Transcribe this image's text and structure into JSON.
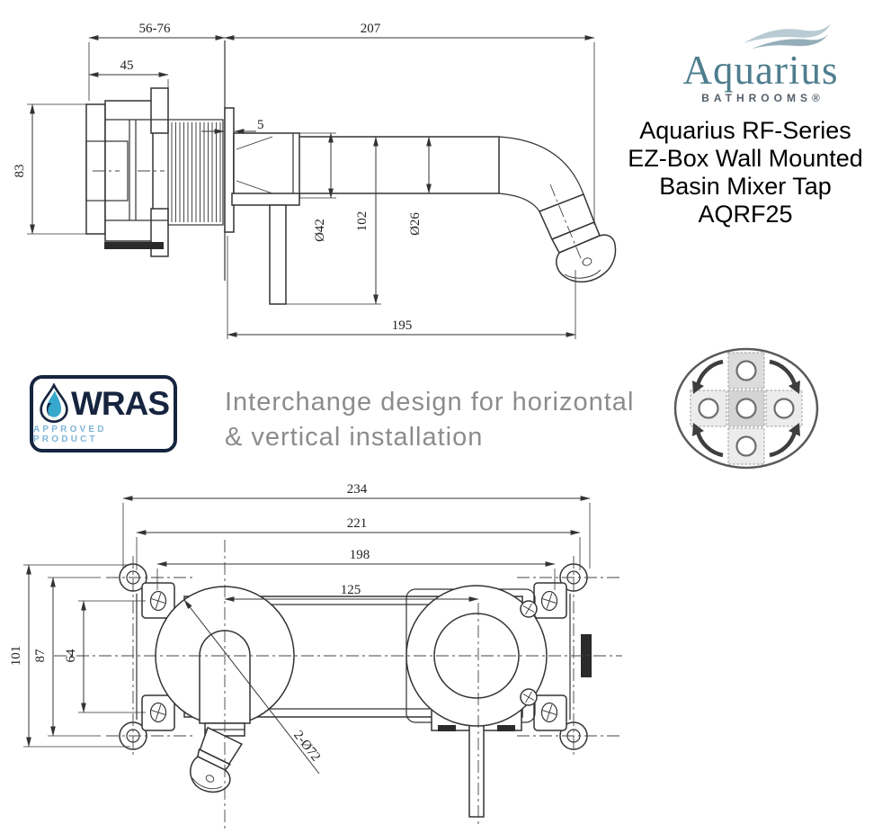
{
  "brand": {
    "name": "Aquarius",
    "tagline": "BATHROOMS®",
    "wordmark_color": "#4e7d8e",
    "tagline_color": "#55606b",
    "wave_color_light": "#b9ccd3",
    "wave_color_dark": "#93aeb9"
  },
  "product": {
    "title_lines": [
      "Aquarius RF-Series",
      "EZ-Box Wall Mounted",
      "Basin Mixer Tap",
      "AQRF25"
    ]
  },
  "certification": {
    "name": "WRAS",
    "subtitle": "APPROVED PRODUCT",
    "border_color": "#16243f",
    "name_color": "#16243f",
    "subtitle_color": "#7fb5d8",
    "drop_water_color": "#35a8cc",
    "drop_leaf_color": "#4f9b45"
  },
  "feature_note": {
    "line1": "Interchange design for horizontal",
    "line2": "& vertical installation",
    "text_color": "#8c8c8c"
  },
  "drawings": {
    "line_color": "#333333",
    "side_view": {
      "dims": {
        "wall_depth_range": "56-76",
        "spout_total_length": "207",
        "box_width": "45",
        "flange_thickness": "5",
        "box_height": "83",
        "trim_diameter": "Ø42",
        "drop_height": "102",
        "spout_diameter": "Ø26",
        "spout_reach": "195"
      }
    },
    "front_view": {
      "dims": {
        "overall_width": "234",
        "bracket_width": "221",
        "plate_width": "198",
        "hole_centres": "125",
        "overall_height": "101",
        "bracket_height": "87",
        "plate_height": "64",
        "hole_diameters": "2-Ø72"
      }
    }
  }
}
